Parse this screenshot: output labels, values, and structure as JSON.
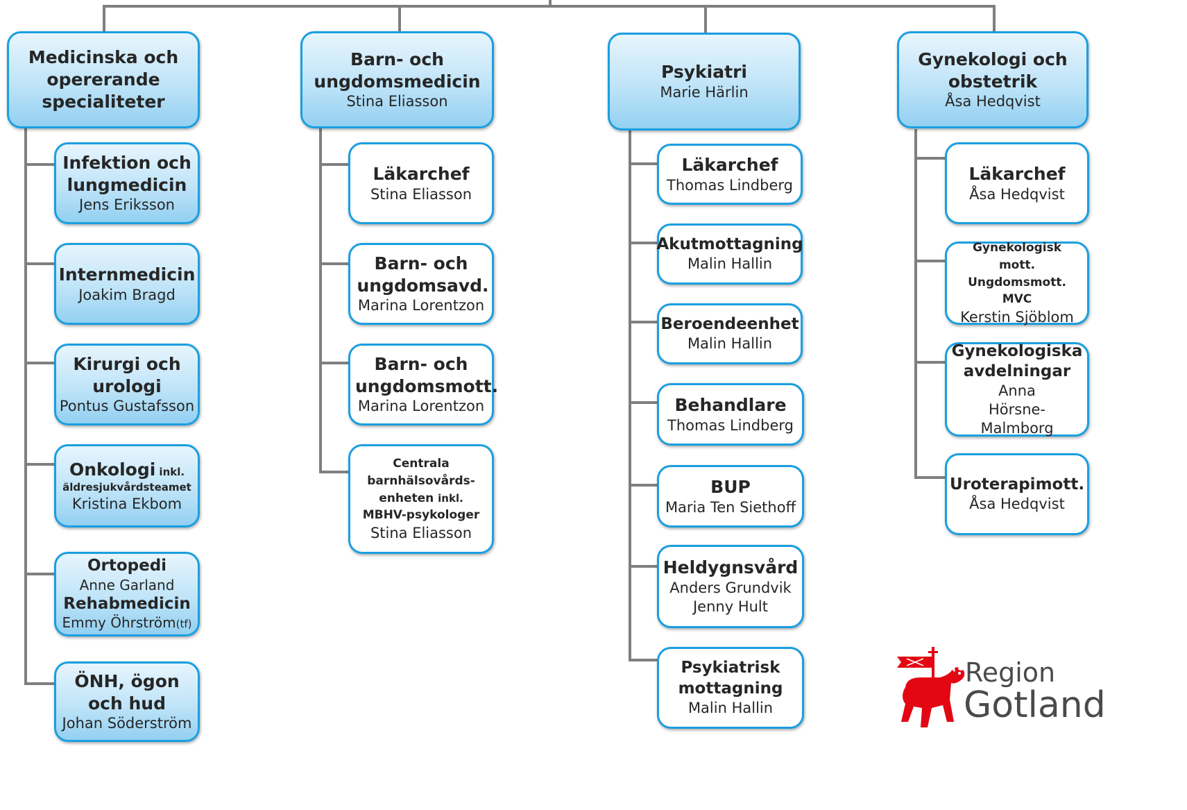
{
  "columns": [
    {
      "head": {
        "title": "Medicinska och opererande specialiteter",
        "name": ""
      },
      "units": [
        {
          "title": "Infektion och lungmedicin",
          "name": "Jens Eriksson"
        },
        {
          "title": "Internmedicin",
          "name": "Joakim Bragd"
        },
        {
          "title": "Kirurgi och urologi",
          "name": "Pontus Gustafsson"
        },
        {
          "title": "Onkologi",
          "title_note": "inkl. äldresjukvårdsteamet",
          "name": "Kristina Ekbom"
        },
        {
          "title": "Ortopedi",
          "name": "Anne Garland",
          "title2": "Rehabmedicin",
          "name2": "Emmy Öhrström",
          "name2_note": "(tf)"
        },
        {
          "title": "ÖNH, ögon och hud",
          "name": "Johan Söderström"
        }
      ]
    },
    {
      "head": {
        "title": "Barn- och ungdomsmedicin",
        "name": "Stina Eliasson"
      },
      "units": [
        {
          "title": "Läkarchef",
          "name": "Stina Eliasson"
        },
        {
          "title": "Barn- och ungdomsavd.",
          "name": "Marina Lorentzon"
        },
        {
          "title": "Barn- och ungdomsmott.",
          "name": "Marina Lorentzon"
        },
        {
          "title": "Centrala barnhälsovårds-enheten",
          "title_note": "inkl.",
          "title_sub": "MBHV-psykologer",
          "name": "Stina Eliasson"
        }
      ]
    },
    {
      "head": {
        "title": "Psykiatri",
        "name": "Marie Härlin"
      },
      "units": [
        {
          "title": "Läkarchef",
          "name": "Thomas Lindberg"
        },
        {
          "title": "Akutmottagning",
          "name": "Malin Hallin"
        },
        {
          "title": "Beroendeenhet",
          "name": "Malin Hallin"
        },
        {
          "title": "Behandlare",
          "name": "Thomas Lindberg"
        },
        {
          "title": "BUP",
          "name": "Maria Ten Siethoff"
        },
        {
          "title": "Heldygnsvård",
          "name": "Anders Grundvik",
          "name2": "Jenny Hult"
        },
        {
          "title": "Psykiatrisk mottagning",
          "name": "Malin Hallin"
        }
      ]
    },
    {
      "head": {
        "title": "Gynekologi och obstetrik",
        "name": "Åsa Hedqvist"
      },
      "units": [
        {
          "title": "Läkarchef",
          "name": "Åsa Hedqvist"
        },
        {
          "title": "Gynekologisk mott. Ungdomsmott. MVC",
          "name": "Kerstin Sjöblom"
        },
        {
          "title": "Gynekologiska avdelningar",
          "name": "Anna Hörsne-Malmborg"
        },
        {
          "title": "Uroterapimott.",
          "name": "Åsa Hedqvist"
        }
      ]
    }
  ],
  "logo": {
    "line1": "Region",
    "line2": "Gotland",
    "brand_color": "#e30613"
  },
  "colors": {
    "box_border": "#1a9fe0",
    "connector": "#7f7f7f",
    "head_fill": "#bfe4f8"
  }
}
